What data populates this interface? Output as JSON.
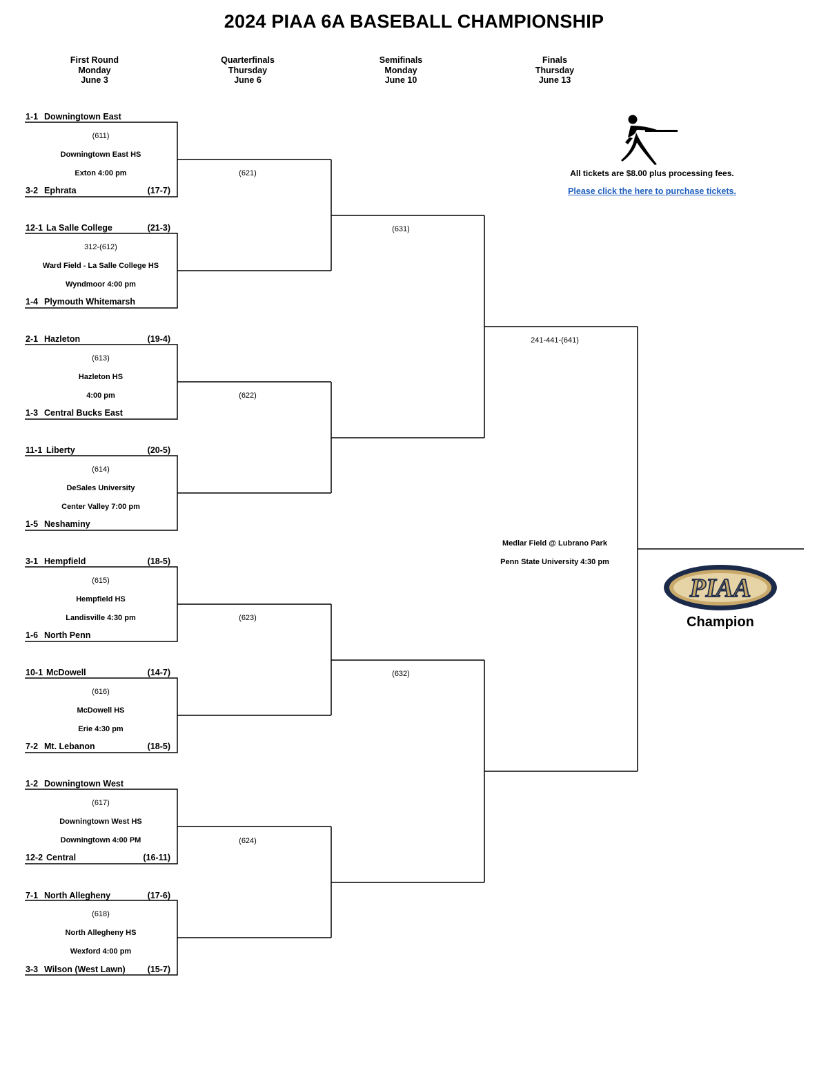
{
  "title": "2024 PIAA 6A BASEBALL CHAMPIONSHIP",
  "rounds": [
    {
      "name": "First Round",
      "day": "Monday",
      "date": "June 3"
    },
    {
      "name": "Quarterfinals",
      "day": "Thursday",
      "date": "June 6"
    },
    {
      "name": "Semifinals",
      "day": "Monday",
      "date": "June 10"
    },
    {
      "name": "Finals",
      "day": "Thursday",
      "date": "June 13"
    }
  ],
  "first_round": [
    {
      "top": {
        "seed": "1-1",
        "name": "Downingtown East",
        "record": ""
      },
      "game": "(611)",
      "site": "Downingtown East HS",
      "time": "Exton 4:00 pm",
      "bottom": {
        "seed": "3-2",
        "name": "Ephrata",
        "record": "(17-7)"
      }
    },
    {
      "top": {
        "seed": "12-1",
        "name": "La Salle College",
        "record": "(21-3)"
      },
      "game": "312-(612)",
      "site": "Ward Field - La Salle College HS",
      "time": "Wyndmoor 4:00 pm",
      "bottom": {
        "seed": "1-4",
        "name": "Plymouth Whitemarsh",
        "record": ""
      }
    },
    {
      "top": {
        "seed": "2-1",
        "name": "Hazleton",
        "record": "(19-4)"
      },
      "game": "(613)",
      "site": "Hazleton HS",
      "time": "4:00 pm",
      "bottom": {
        "seed": "1-3",
        "name": "Central Bucks East",
        "record": ""
      }
    },
    {
      "top": {
        "seed": "11-1",
        "name": "Liberty",
        "record": "(20-5)"
      },
      "game": "(614)",
      "site": "DeSales University",
      "time": "Center Valley 7:00 pm",
      "bottom": {
        "seed": "1-5",
        "name": "Neshaminy",
        "record": ""
      }
    },
    {
      "top": {
        "seed": "3-1",
        "name": "Hempfield",
        "record": "(18-5)"
      },
      "game": "(615)",
      "site": "Hempfield HS",
      "time": "Landisville 4:30 pm",
      "bottom": {
        "seed": "1-6",
        "name": "North Penn",
        "record": ""
      }
    },
    {
      "top": {
        "seed": "10-1",
        "name": "McDowell",
        "record": "(14-7)"
      },
      "game": "(616)",
      "site": "McDowell HS",
      "time": "Erie 4:30 pm",
      "bottom": {
        "seed": "7-2",
        "name": "Mt. Lebanon",
        "record": "(18-5)"
      }
    },
    {
      "top": {
        "seed": "1-2",
        "name": "Downingtown West",
        "record": ""
      },
      "game": "(617)",
      "site": "Downingtown West HS",
      "time": "Downingtown 4:00 PM",
      "bottom": {
        "seed": "12-2",
        "name": "Central",
        "record": "(16-11)"
      }
    },
    {
      "top": {
        "seed": "7-1",
        "name": "North Allegheny",
        "record": "(17-6)"
      },
      "game": "(618)",
      "site": "North Allegheny HS",
      "time": "Wexford  4:00 pm",
      "bottom": {
        "seed": "3-3",
        "name": "Wilson (West Lawn)",
        "record": "(15-7)"
      }
    }
  ],
  "quarterfinals": [
    "(621)",
    "(622)",
    "(623)",
    "(624)"
  ],
  "semifinals": [
    "(631)",
    "(632)"
  ],
  "finals": {
    "game": "241-441-(641)",
    "site": "Medlar Field @ Lubrano Park",
    "time": "Penn State University 4:30 pm"
  },
  "tickets": {
    "note": "All tickets are $8.00 plus processing fees.",
    "link": "Please click the here to purchase tickets."
  },
  "champion_label": "Champion",
  "logo": {
    "text": "PIAA",
    "mark": "®"
  },
  "icons": [
    "baseball-batter-icon",
    "piaa-logo"
  ],
  "colors": {
    "link": "#1f5fbf",
    "logo_gold": "#c8a96a",
    "logo_navy": "#1c2a4a"
  }
}
